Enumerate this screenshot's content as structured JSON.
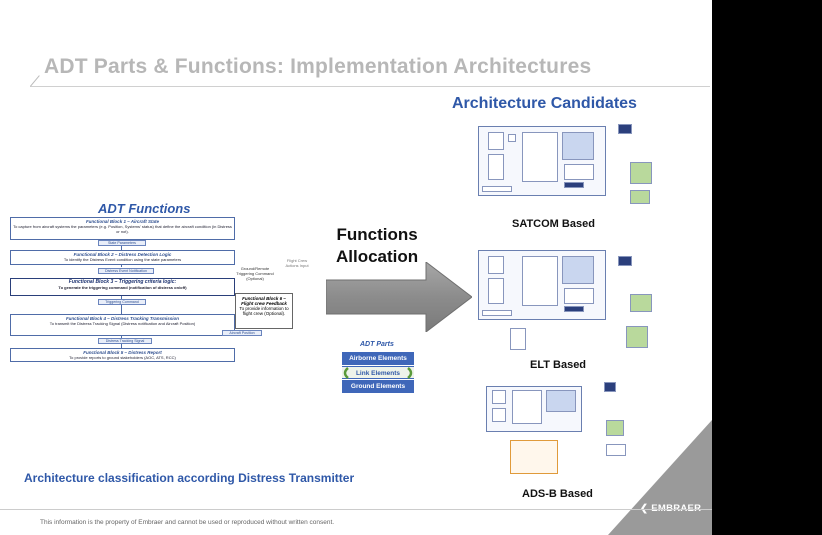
{
  "slide": {
    "title": "ADT Parts & Functions: Implementation Architectures",
    "architecture_candidates": "Architecture Candidates",
    "adt_functions_title": "ADT Functions",
    "functional_blocks": [
      {
        "heading": "Functional Block 1 – Aircraft State",
        "body": "To capture from aircraft systems the parameters (e.g. Position, Systems' status) that define the aircraft condition (in Distress or not)."
      },
      {
        "heading": "Functional Block 2 – Distress Detection Logic",
        "body": "To identify the Distress Event condition using the state parameters"
      },
      {
        "heading": "Functional Block 3 – Triggering criteria logic:",
        "body": "To generate the triggering command (notification of distress on/off)"
      },
      {
        "heading": "Functional Block 4 – Distress Tracking Transmission",
        "body": "To transmit the Distress Tracking Signal (Distress notification and Aircraft Position)"
      },
      {
        "heading": "Functional Block 5 – Distress Report",
        "body": "To provide reports to ground stakeholders (AOC, ATS, RCC)"
      }
    ],
    "connectors": [
      "State Parameters",
      "Distress Event Notification",
      "Triggering Command",
      "Distress Tracking Signal"
    ],
    "side_notes": {
      "ground_remote": "Ground/Remote Triggering Command (Optional)",
      "flight_crew_action": "Flight Crew Actions Input",
      "aircraft_position": "Aircraft Position"
    },
    "functional_block_6": {
      "heading": "Functional Block 6 – Flight crew Feedback",
      "body": "To provide information to flight crew (Optional)."
    },
    "functions_allocation": [
      "Functions",
      "Allocation"
    ],
    "adt_parts_legend": {
      "title": "ADT Parts",
      "items": [
        "Airborne Elements",
        "Link Elements",
        "Ground Elements"
      ]
    },
    "architectures": [
      {
        "label": "SATCOM Based"
      },
      {
        "label": "ELT Based"
      },
      {
        "label": "ADS-B Based"
      }
    ],
    "bottom_label": "Architecture classification according Distress Transmitter",
    "footer": "This information is the property of Embraer and cannot be used or reproduced without written consent.",
    "logo": "EMBRAER"
  },
  "colors": {
    "title_gray": "#b7b7b7",
    "accent_blue": "#2f58a8",
    "arrow_gray": "#8c8c8c",
    "legend_blue": "#3f67b9",
    "legend_green": "#5a9a3a",
    "logo_gray": "#9a9a9a"
  }
}
